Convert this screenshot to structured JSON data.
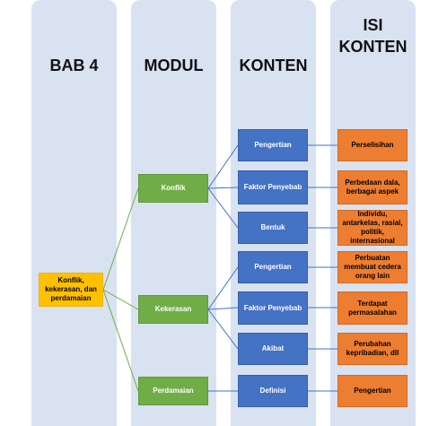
{
  "columns": {
    "bab": "BAB 4",
    "modul": "MODUL",
    "konten": "KONTEN",
    "isi_line1": "ISI",
    "isi_line2": "KONTEN"
  },
  "colors": {
    "column_bg": "#d9e2f1",
    "root": "#ffc000",
    "modul": "#70ad47",
    "konten": "#4472c4",
    "isi": "#ed7d31",
    "connector_green": "#70ad47",
    "connector_blue": "#4472c4"
  },
  "root": {
    "label": "Konflik, kekerasan, dan perdamaian"
  },
  "modules": [
    {
      "label": "Konflik",
      "contents": [
        {
          "label": "Pengertian",
          "isi": "Perselisihan"
        },
        {
          "label": "Faktor Penyebab",
          "isi": "Perbedaan dala, berbagai aspek"
        },
        {
          "label": "Bentuk",
          "isi": "Individu, antarkelas, rasial, politik, internasional"
        }
      ]
    },
    {
      "label": "Kekerasan",
      "contents": [
        {
          "label": "Pengertian",
          "isi": "Perbuatan membuat cedera orang lain"
        },
        {
          "label": "Faktor Penyebab",
          "isi": "Terdapat permasalahan"
        },
        {
          "label": "Akibat",
          "isi": "Perubahan kepribadian, dll"
        }
      ]
    },
    {
      "label": "Perdamaian",
      "contents": [
        {
          "label": "Definisi",
          "isi": "Pengertian"
        }
      ]
    }
  ]
}
